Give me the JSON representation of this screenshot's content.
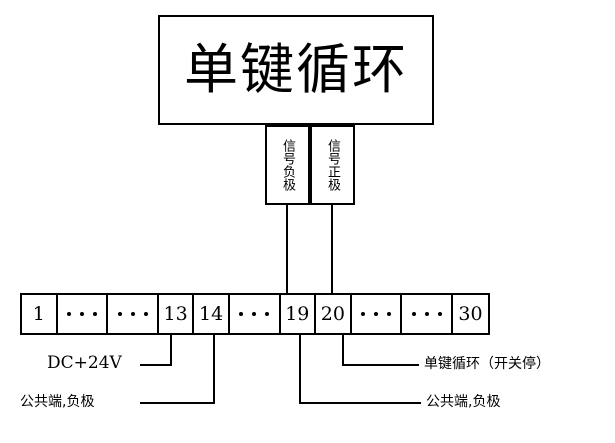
{
  "diagram": {
    "title_box": {
      "label": "单键循环"
    },
    "signal_boxes": [
      {
        "name": "signal-negative",
        "label": "信号负极"
      },
      {
        "name": "signal-positive",
        "label": "信号正极"
      }
    ],
    "terminal_strip": {
      "cells": [
        {
          "type": "number",
          "label": "1"
        },
        {
          "type": "dots",
          "label": ""
        },
        {
          "type": "dots",
          "label": ""
        },
        {
          "type": "number",
          "label": "13"
        },
        {
          "type": "number",
          "label": "14"
        },
        {
          "type": "dots",
          "label": ""
        },
        {
          "type": "number",
          "label": "19"
        },
        {
          "type": "number",
          "label": "20"
        },
        {
          "type": "dots",
          "label": ""
        },
        {
          "type": "dots",
          "label": ""
        },
        {
          "type": "number",
          "label": "30"
        }
      ]
    },
    "annotations": [
      {
        "name": "dc-supply",
        "label": "DC+24V"
      },
      {
        "name": "common-negative-left",
        "label": "公共端,负极"
      },
      {
        "name": "single-key-cycle-function",
        "label": "单键循环（开关停）"
      },
      {
        "name": "common-negative-right",
        "label": "公共端,负极"
      }
    ],
    "colors": {
      "stroke": "#000000",
      "background": "#ffffff"
    }
  }
}
